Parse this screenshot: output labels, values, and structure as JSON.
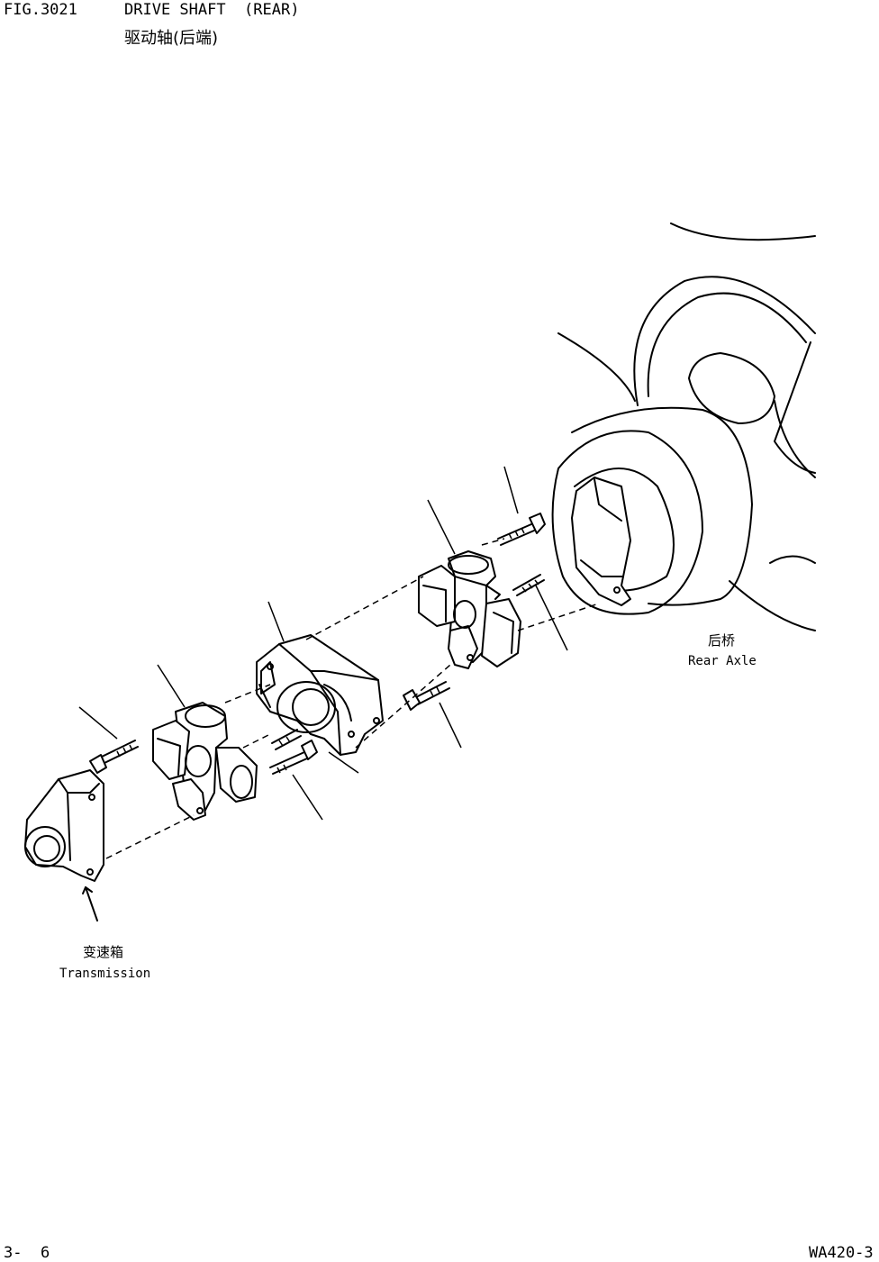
{
  "header": {
    "fig_number": "FIG.3021",
    "title": "DRIVE SHAFT  (REAR)",
    "title_cn": "驱动轴(后端)"
  },
  "labels": {
    "rear_axle_cn": "后桥",
    "rear_axle": "Rear Axle",
    "transmission_cn": "变速箱",
    "transmission": "Transmission"
  },
  "footer": {
    "page": "3-  6",
    "model": "WA420-3"
  }
}
